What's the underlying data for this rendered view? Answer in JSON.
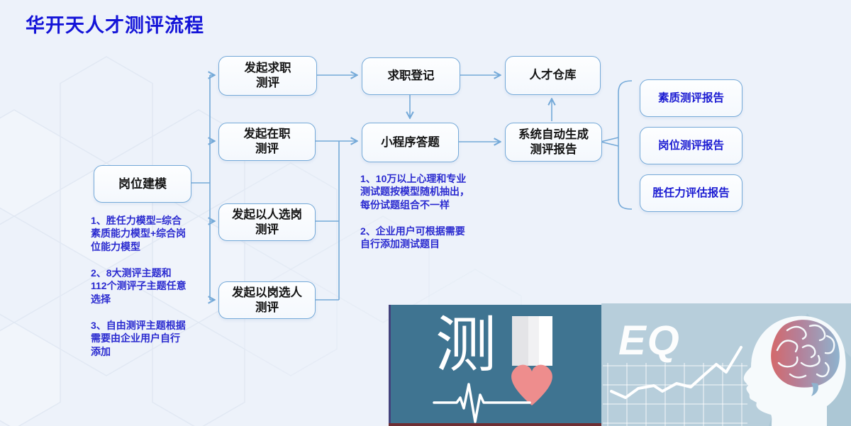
{
  "title": "华开天人才测评流程",
  "flowchart": {
    "nodes": {
      "post_modeling": "岗位建模",
      "launch_jobseek": "发起求职\n测评",
      "launch_onjob": "发起在职\n测评",
      "launch_person_post": "发起以人选岗\n测评",
      "launch_post_person": "发起以岗选人\n测评",
      "job_register": "求职登记",
      "miniapp_answer": "小程序答题",
      "talent_warehouse": "人才仓库",
      "auto_report": "系统自动生成\n测评报告",
      "report_quality": "素质测评报告",
      "report_position": "岗位测评报告",
      "report_competency": "胜任力评估报告"
    },
    "notes": {
      "modeling": "1、胜任力模型=综合\n素质能力模型+综合岗\n位能力模型\n\n2、8大测评主题和\n112个测评子主题任意\n选择\n\n3、自由测评主题根据\n需要由企业用户自行\n添加",
      "answering": "1、10万以上心理和专业\n测试题按模型随机抽出，\n每份试题组合不一样\n\n2、企业用户可根据需要\n自行添加测试题目"
    }
  },
  "banners": {
    "left": {
      "glyph": "测"
    },
    "right": {
      "label": "EQ"
    }
  },
  "colors": {
    "background": "#edf2fa",
    "title_text": "#1414d8",
    "note_text": "#2b2bd0",
    "report_text": "#1a1ad2",
    "connector": "#74a9d8",
    "node_fill": "#fbfdff",
    "left_banner_bg": "#3f7491",
    "right_banner_bg": "#b7cedb",
    "heart": "#ee8d8d",
    "brain_front": "#d4696b",
    "brain_back": "#8fb3ce"
  }
}
